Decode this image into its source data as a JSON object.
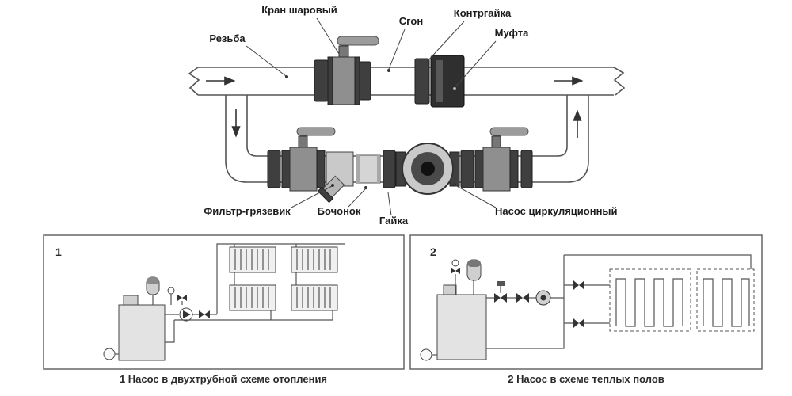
{
  "colors": {
    "line": "#555555",
    "dark_metal": "#3f3f3f",
    "mid_metal": "#8f8f8f",
    "light_metal": "#d5d5d5",
    "text": "#1c1c1c",
    "background": "#ffffff"
  },
  "main_diagram": {
    "labels": {
      "ball_valve": "Кран шаровый",
      "union_pipe": "Сгон",
      "locknut": "Контргайка",
      "coupling": "Муфта",
      "thread": "Резьба",
      "strainer": "Фильтр-грязевик",
      "barrel_nipple": "Бочонок",
      "nut": "Гайка",
      "circulation_pump": "Насос циркуляционный"
    }
  },
  "panels": [
    {
      "number": "1",
      "caption": "1 Насос в двухтрубной схеме отопления"
    },
    {
      "number": "2",
      "caption": "2 Насос в схеме теплых полов"
    }
  ]
}
